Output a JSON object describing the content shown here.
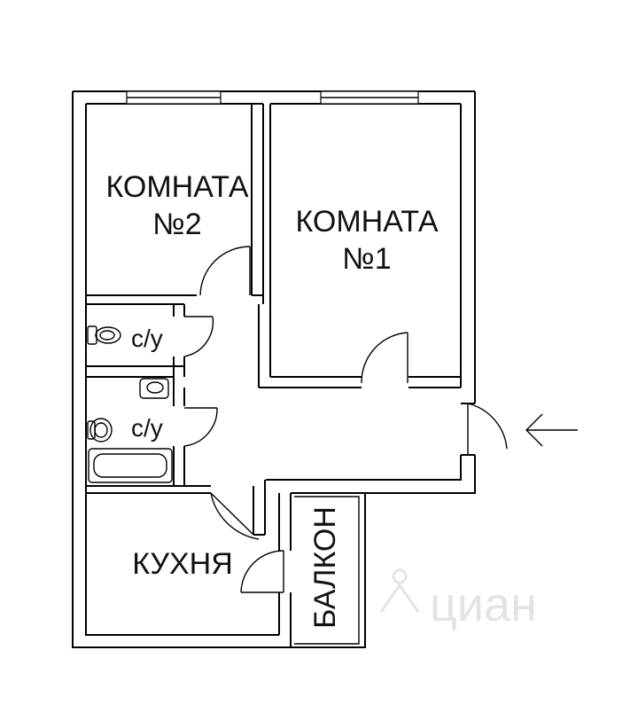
{
  "rooms": {
    "room2": {
      "line1": "КОМНАТА",
      "line2": "№2"
    },
    "room1": {
      "line1": "КОМНАТА",
      "line2": "№1"
    },
    "bath_upper": {
      "label": "с/у"
    },
    "bath_lower": {
      "label": "с/у"
    },
    "kitchen": {
      "label": "КУХНЯ"
    },
    "balcony": {
      "label": "БАЛКОН"
    }
  },
  "watermark": {
    "text": "циан"
  },
  "entrance": {
    "icon": "arrow-left-icon"
  }
}
